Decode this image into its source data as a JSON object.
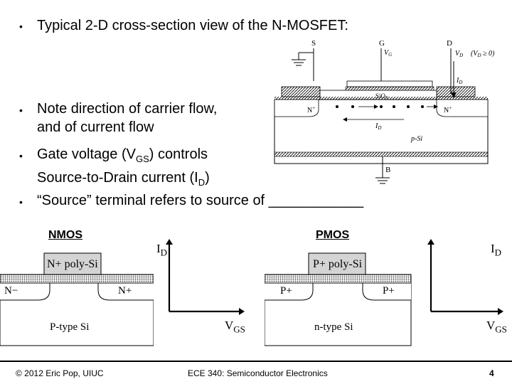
{
  "slide": {
    "bullet1": "Typical 2-D cross-section view of the N-MOSFET:",
    "bullet2": "Note direction of carrier flow, and of current flow",
    "bullet2_line1": "Note direction of carrier flow,",
    "bullet2_line2": "and of current flow",
    "bullet3_line1_pre": "Gate voltage (V",
    "bullet3_line1_sub": "GS",
    "bullet3_line1_post": ") controls",
    "bullet3_line2_pre": "Source-to-Drain current (I",
    "bullet3_line2_sub": "D",
    "bullet3_line2_post": ")",
    "bullet4": "“Source” terminal refers to source of ____________"
  },
  "mosfet_figure": {
    "s_label": "S",
    "g_label": "G",
    "vg_label": "V",
    "vg_sub": "G",
    "d_label": "D",
    "vd_label": "V",
    "vd_sub": "D",
    "vd_cond": "(V",
    "vd_cond_sub": "D",
    "vd_cond_post": " ≥ 0)",
    "id_label": "I",
    "id_sub": "D",
    "sio2_label": "SiO",
    "sio2_sub": "2",
    "nplus_left": "N",
    "nplus_right": "N",
    "psi_label": "p-Si",
    "b_label": "B"
  },
  "nmos": {
    "title": "NMOS",
    "gate": "N+ poly-Si",
    "left_region": "N−",
    "right_region": "N+",
    "substrate": "P-type Si"
  },
  "pmos": {
    "title": "PMOS",
    "gate": "P+ poly-Si",
    "left_region": "P+",
    "right_region": "P+",
    "substrate": "n-type Si"
  },
  "nmos_axes": {
    "y_label": "I",
    "y_sub": "D",
    "x_label": "V",
    "x_sub": "GS"
  },
  "pmos_axes": {
    "y_label": "I",
    "y_sub": "D",
    "x_label": "V",
    "x_sub": "GS"
  },
  "footer": {
    "left": "© 2012 Eric Pop, UIUC",
    "center": "ECE 340: Semiconductor Electronics",
    "page": "4"
  }
}
